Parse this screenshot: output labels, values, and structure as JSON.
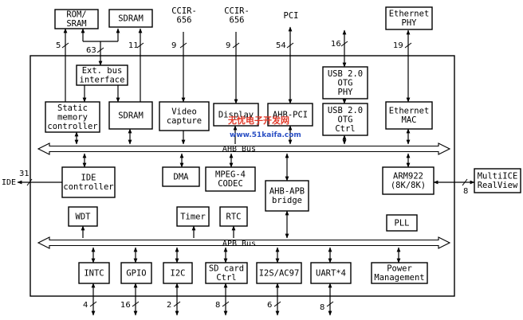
{
  "blocks": {
    "rom_sram": [
      "ROM/",
      "SRAM"
    ],
    "sdram_ext": [
      "SDRAM"
    ],
    "ccir1": [
      "CCIR-",
      "656"
    ],
    "ccir2": [
      "CCIR-",
      "656"
    ],
    "pci": [
      "PCI"
    ],
    "eth_phy": [
      "Ethernet",
      "PHY"
    ],
    "ext_bus": [
      "Ext. bus",
      "interface"
    ],
    "usb_phy": [
      "USB 2.0",
      "OTG",
      "PHY"
    ],
    "static_mem": [
      "Static",
      "memory",
      "controller"
    ],
    "sdram_ctrl": [
      "SDRAM"
    ],
    "video": [
      "Video",
      "capture"
    ],
    "display": [
      "Display"
    ],
    "ahb_pci": [
      "AHB-PCI"
    ],
    "usb_ctrl": [
      "USB 2.0",
      "OTG",
      "Ctrl"
    ],
    "eth_mac": [
      "Ethernet",
      "MAC"
    ],
    "ide_ctrl": [
      "IDE",
      "controller"
    ],
    "dma": [
      "DMA"
    ],
    "mpeg": [
      "MPEG-4",
      "CODEC"
    ],
    "ahb_apb": [
      "AHB-APB",
      "bridge"
    ],
    "arm": [
      "ARM922",
      "(8K/8K)"
    ],
    "multiice": [
      "MultiICE",
      "RealView"
    ],
    "wdt": [
      "WDT"
    ],
    "timer": [
      "Timer"
    ],
    "rtc": [
      "RTC"
    ],
    "pll": [
      "PLL"
    ],
    "intc": [
      "INTC"
    ],
    "gpio": [
      "GPIO"
    ],
    "i2c": [
      "I2C"
    ],
    "sdcard": [
      "SD card",
      "Ctrl"
    ],
    "i2s": [
      "I2S/AC97"
    ],
    "uart": [
      "UART*4"
    ],
    "power": [
      "Power",
      "Management"
    ]
  },
  "buses": {
    "ahb": "AHB Bus",
    "apb": "APB Bus"
  },
  "labels": {
    "ide": "IDE",
    "w5": "5",
    "w63": "63",
    "w11": "11",
    "w9a": "9",
    "w9b": "9",
    "w54": "54",
    "w16": "16",
    "w19": "19",
    "w31": "31",
    "w8r": "8",
    "b4": "4",
    "b16": "16",
    "b2": "2",
    "b8a": "8",
    "b6": "6",
    "b8b": "8"
  },
  "watermark": {
    "line1": "无忧电子开发网",
    "line2": "www.51kaifa.com"
  }
}
